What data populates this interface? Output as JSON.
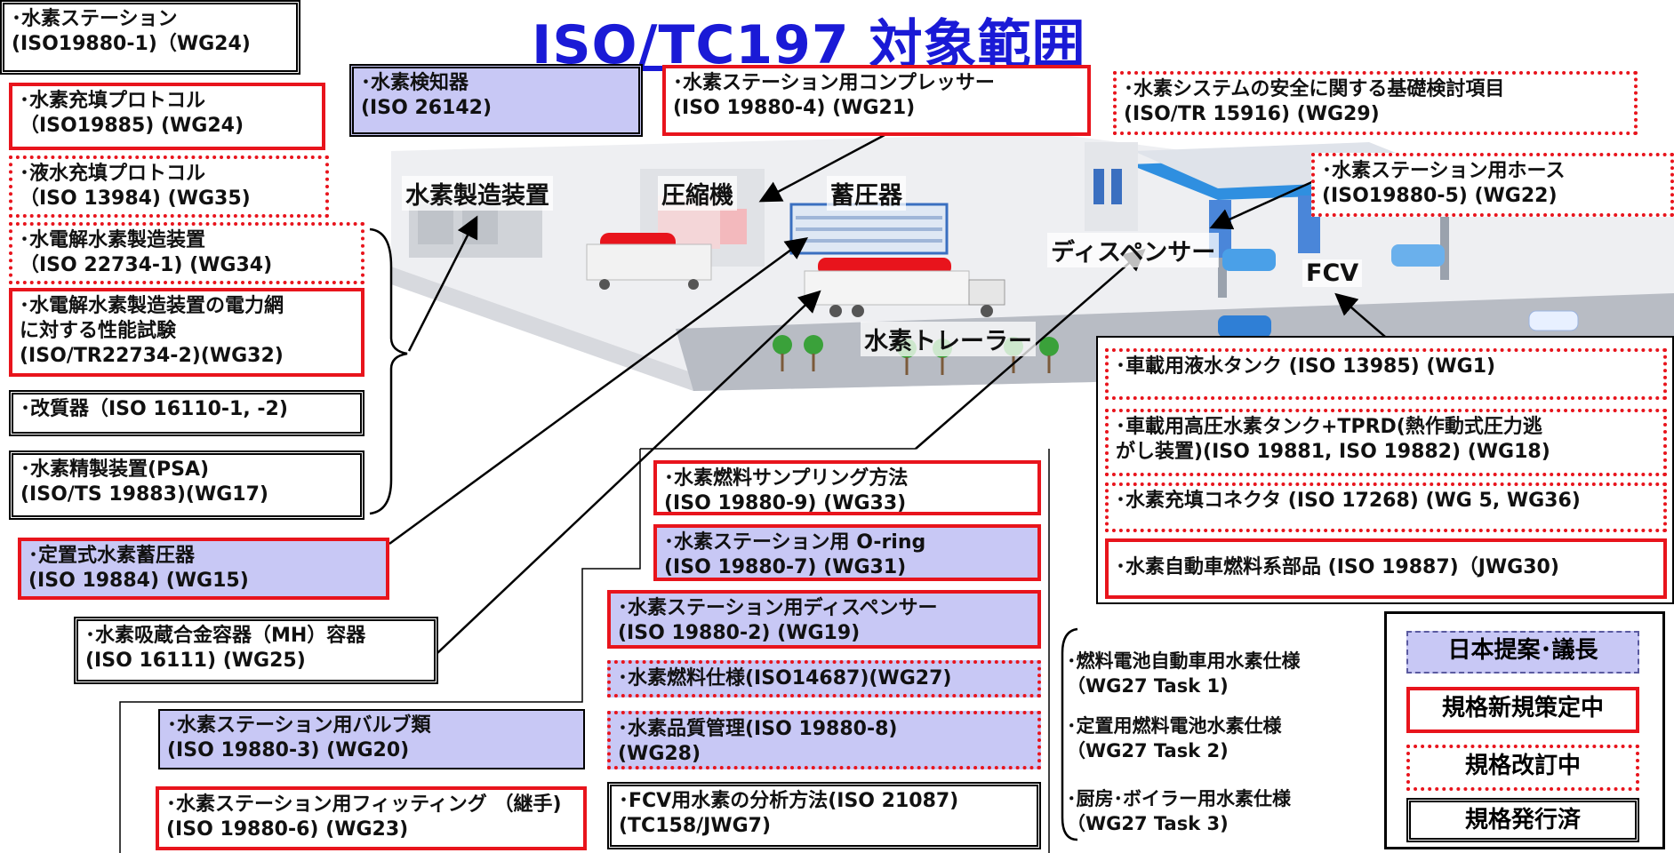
{
  "title": "ISO/TC197 対象範囲",
  "scene_labels": {
    "production": "水素製造装置",
    "compressor": "圧縮機",
    "accumulator": "蓄圧器",
    "dispenser": "ディスペンサー",
    "fcv": "FCV",
    "trailer": "水素トレーラー"
  },
  "boxes": {
    "station": "･水素ステーション\n(ISO19880-1)（WG24)",
    "fill_protocol": "･水素充填プロトコル\n（ISO19885) (WG24)",
    "lh2_protocol": "･液水充填プロトコル\n（ISO 13984) (WG35)",
    "electrolysis": "･水電解水素製造装置\n（ISO 22734-1) (WG34)",
    "electrolysis_grid": "･水電解水素製造装置の電力網\n  に対する性能試験\n(ISO/TR22734-2)(WG32)",
    "reformer": "･改質器（ISO 16110-1, -2)",
    "psa": "･水素精製装置(PSA)\n(ISO/TS 19883)(WG17)",
    "stationary_storage": "･定置式水素蓄圧器\n(ISO 19884) (WG15)",
    "mh_container": "･水素吸蔵合金容器（MH）容器\n(ISO 16111) (WG25)",
    "valves": "･水素ステーション用バルブ類\n(ISO 19880-3) (WG20)",
    "fittings": "･水素ステーション用フィッティング  （継手)\n(ISO 19880-6)  (WG23)",
    "detector": "･水素検知器\n(ISO 26142)",
    "compressor_std": "･水素ステーション用コンプレッサー\n(ISO 19880-4) (WG21)",
    "safety_basics": "･水素システムの安全に関する基礎検討項目\n  (ISO/TR 15916) (WG29)",
    "hose": "･水素ステーション用ホース\n(ISO19880-5) (WG22)",
    "sampling": "･水素燃料サンプリング方法\n(ISO 19880-9) (WG33)",
    "oring": "･水素ステーション用 O-ring\n(ISO 19880-7) (WG31)",
    "dispenser_std": "･水素ステーション用ディスペンサー\n(ISO 19880-2) (WG19)",
    "fuel_spec": "･水素燃料仕様(ISO14687)(WG27)",
    "quality_mgmt": "･水素品質管理(ISO 19880-8)\n(WG28)",
    "fcv_analysis": "･FCV用水素の分析方法(ISO 21087)\n(TC158/JWG7)",
    "lh2_tank": "･車載用液水タンク (ISO 13985) (WG1)",
    "hp_tank": "･車載用高圧水素タンク+TPRD(熱作動式圧力逃\n  がし装置)(ISO 19881, ISO 19882) (WG18)",
    "connector": "･水素充填コネクタ (ISO 17268) (WG 5, WG36)",
    "fuel_system": "･水素自動車燃料系部品 (ISO 19887)（JWG30)"
  },
  "wg27_tasks": {
    "task1": "･燃料電池自動車用水素仕様\n （WG27  Task 1)",
    "task2": "･定置用燃料電池水素仕様\n （WG27  Task 2)",
    "task3": "･厨房･ボイラー用水素仕様\n （WG27  Task 3)"
  },
  "legend": {
    "japan": "日本提案･議長",
    "new": "規格新規策定中",
    "revision": "規格改訂中",
    "issued": "規格発行済"
  },
  "colors": {
    "title": "#1a1ad6",
    "new_standard": "#e8141c",
    "japan_fill": "#c8c8f5"
  }
}
